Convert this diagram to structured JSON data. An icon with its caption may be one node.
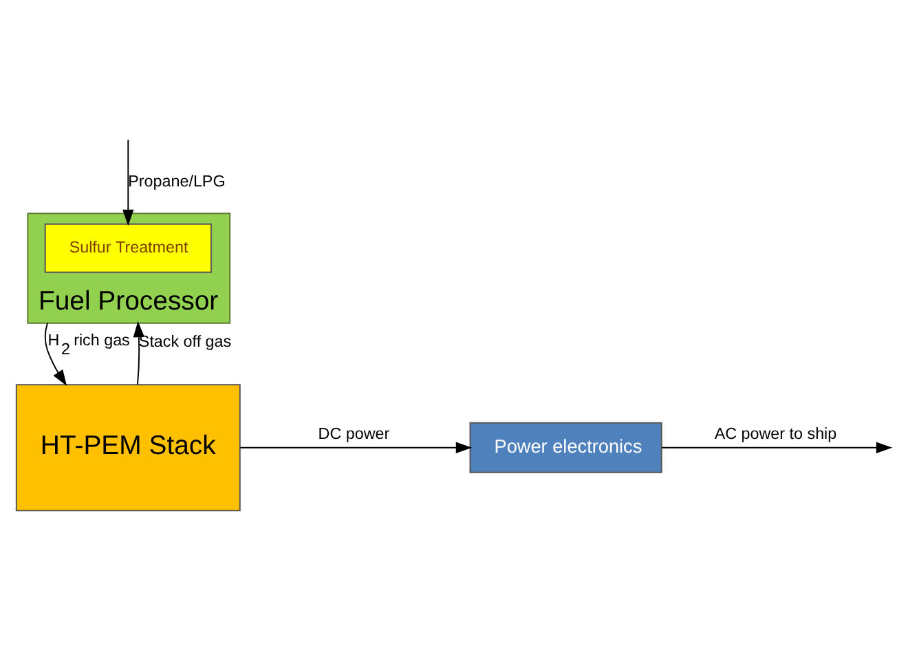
{
  "diagram": {
    "nodes": [
      {
        "text": [
          "Fuel Processor"
        ]
      },
      {
        "text": [
          "Sulfur Treatment"
        ],
        "in": 0
      },
      {
        "text": [
          "HT-PEM Stack"
        ]
      },
      {
        "text": [
          "Power electronics"
        ]
      }
    ],
    "edges": [
      {
        "from": null,
        "to": 1,
        "arrow": "to",
        "label": "Propane/LPG"
      },
      {
        "from": 0,
        "to": 2,
        "arrow": "to",
        "label": "H$_{2}$ rich gas"
      },
      {
        "from": 2,
        "to": 0,
        "arrow": "to",
        "label": "Stack off gas"
      },
      {
        "from": 2,
        "to": 3,
        "arrow": "to",
        "label": "DC power"
      },
      {
        "from": 3,
        "to": null,
        "arrow": "to",
        "label": "AC power to ship"
      }
    ]
  }
}
